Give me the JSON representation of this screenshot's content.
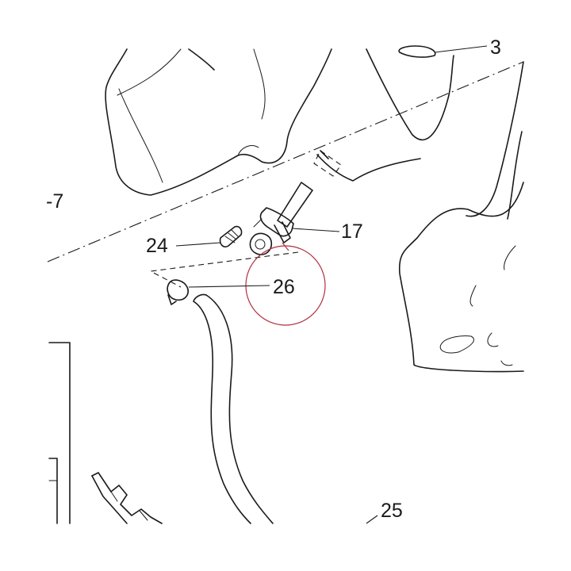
{
  "callouts": {
    "c3": "3",
    "c7": "-7",
    "c17": "17",
    "c24": "24",
    "c26": "26",
    "c25": "25"
  },
  "colors": {
    "line": "#1a1a1a",
    "highlight_circle": "#b03040",
    "background": "#ffffff"
  }
}
